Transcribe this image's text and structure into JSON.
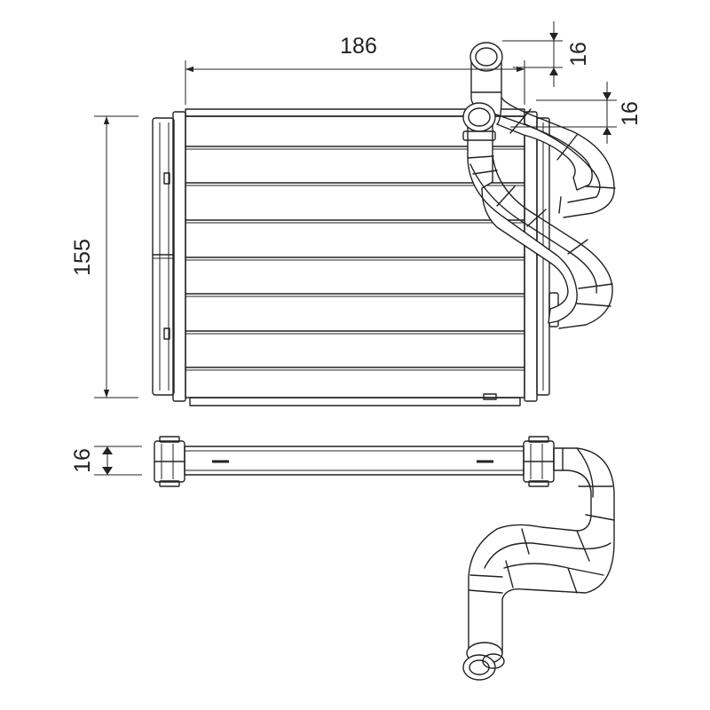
{
  "dimensions": {
    "width": "186",
    "height": "155",
    "depth": "16",
    "pipe_upper": "16",
    "pipe_lower": "16"
  },
  "colors": {
    "line": "#222222",
    "background": "#ffffff"
  }
}
